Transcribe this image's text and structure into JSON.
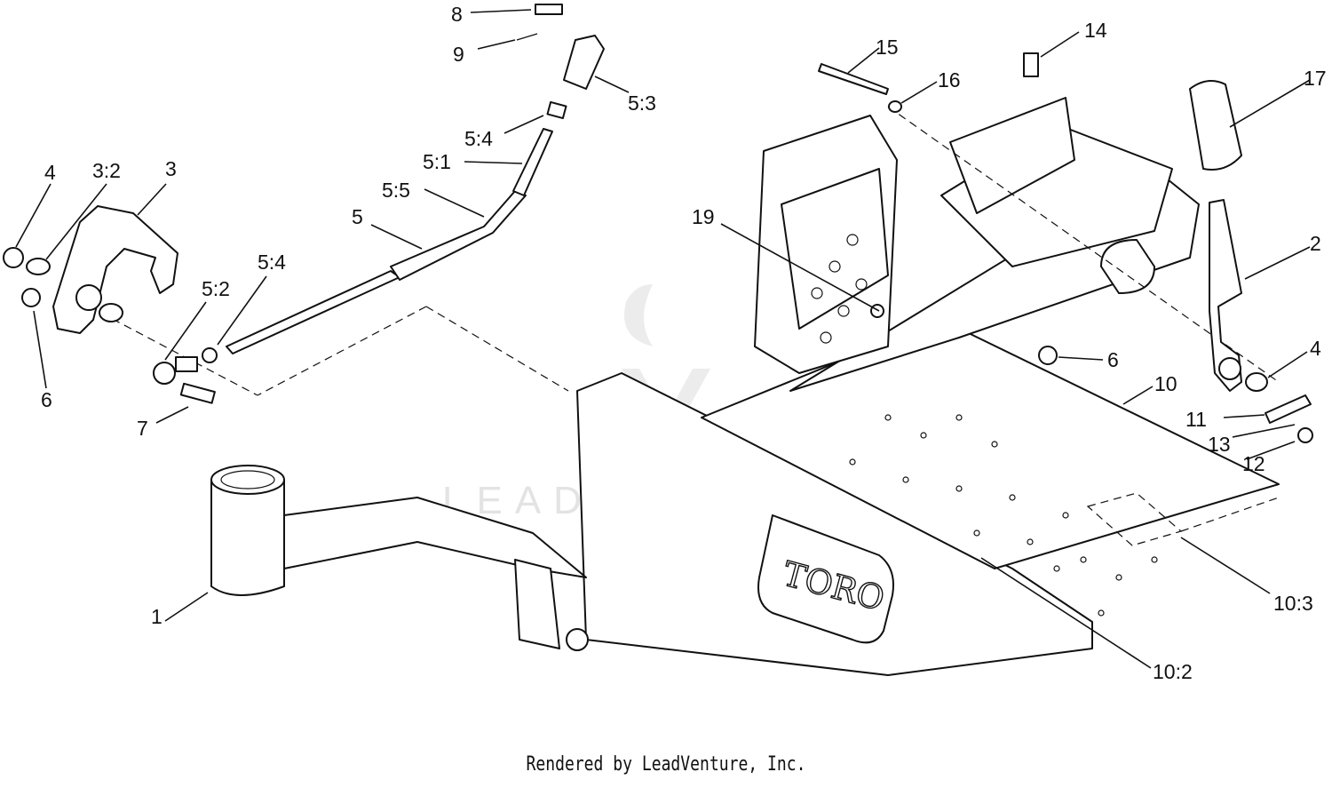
{
  "watermark": "LEADVENTURE",
  "brand_logo": "TORO",
  "footer": "Rendered by LeadVenture, Inc.",
  "labels": {
    "l8": "8",
    "l9": "9",
    "l5_3": "5:3",
    "l5_4a": "5:4",
    "l5_1": "5:1",
    "l5_5": "5:5",
    "l5": "5",
    "l5_4b": "5:4",
    "l5_2": "5:2",
    "l4a": "4",
    "l3_2": "3:2",
    "l3": "3",
    "l6a": "6",
    "l7": "7",
    "l1": "1",
    "l15": "15",
    "l14": "14",
    "l16": "16",
    "l17": "17",
    "l19": "19",
    "l2": "2",
    "l6b": "6",
    "l4b": "4",
    "l10": "10",
    "l11": "11",
    "l13": "13",
    "l12": "12",
    "l10_3": "10:3",
    "l10_2": "10:2"
  }
}
